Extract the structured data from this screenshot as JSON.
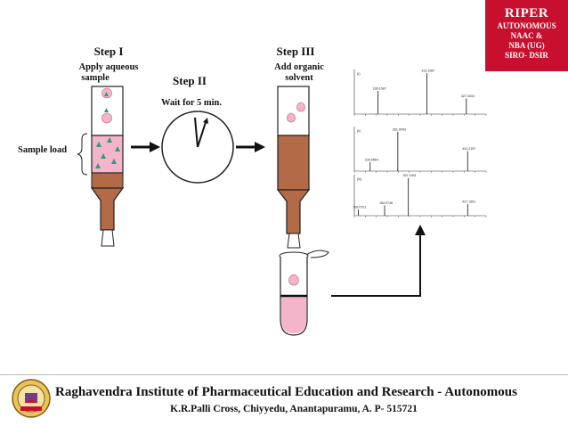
{
  "badge": {
    "title": "RIPER",
    "lines": [
      "AUTONOMOUS",
      "NAAC &",
      "NBA (UG)",
      "SIRO- DSIR"
    ]
  },
  "steps": {
    "step1": {
      "title": "Step I",
      "caption": [
        "Apply aqueous",
        "sample"
      ]
    },
    "step2": {
      "title": "Step II",
      "caption": "Wait for 5 min."
    },
    "step3": {
      "title": "Step III",
      "caption": [
        "Add organic",
        "solvent"
      ]
    }
  },
  "sample_load_label": "Sample load",
  "spectra": [
    {
      "tag": "(i)",
      "peaks": [
        {
          "label": "236.1087",
          "x": 0.18,
          "h": 0.52
        },
        {
          "label": "313.1087",
          "x": 0.55,
          "h": 0.92
        },
        {
          "label": "427.3034",
          "x": 0.85,
          "h": 0.35
        }
      ]
    },
    {
      "tag": "(ii)",
      "peaks": [
        {
          "label": "226.0564",
          "x": 0.12,
          "h": 0.2
        },
        {
          "label": "261.0943",
          "x": 0.33,
          "h": 0.88
        },
        {
          "label": "441.2197",
          "x": 0.86,
          "h": 0.45
        }
      ]
    },
    {
      "tag": "(iii)",
      "peaks": [
        {
          "label": "109.0721",
          "x": 0.03,
          "h": 0.15
        },
        {
          "label": "183.0738",
          "x": 0.23,
          "h": 0.25
        },
        {
          "label": "307.1941",
          "x": 0.41,
          "h": 0.92
        },
        {
          "label": "427.1551",
          "x": 0.86,
          "h": 0.28
        }
      ]
    }
  ],
  "colors": {
    "sorbent": "#b36a47",
    "sample": "#f4b4c9",
    "badge": "#c8102e",
    "triangle": "#2f9a84"
  },
  "footer": {
    "title": "Raghavendra Institute of Pharmaceutical Education and Research - Autonomous",
    "address": "K.R.Palli Cross, Chiyyedu, Anantapuramu, A. P- 515721"
  }
}
